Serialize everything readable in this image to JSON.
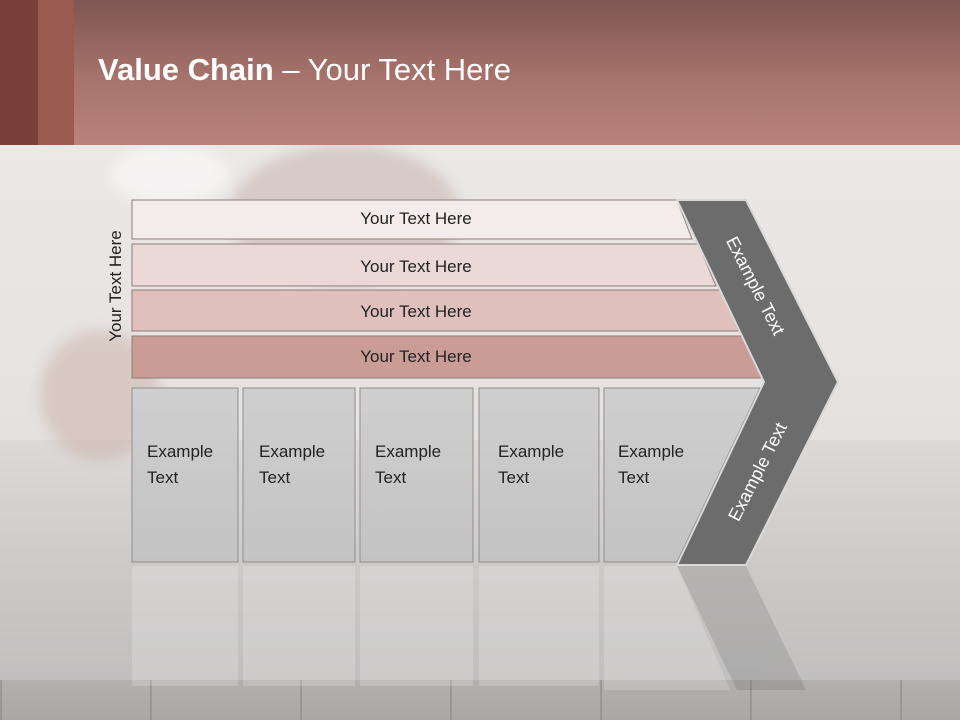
{
  "slide": {
    "title_bold": "Value Chain",
    "title_rest": " – Your Text Here",
    "side_label": "Your Text Here",
    "bars": [
      {
        "label": "Your Text Here",
        "fill": "#f3eceb"
      },
      {
        "label": "Your Text Here",
        "fill": "#ead9d7"
      },
      {
        "label": "Your Text Here",
        "fill": "#dfc0bc"
      },
      {
        "label": "Your Text Here",
        "fill": "#c99c95"
      }
    ],
    "boxes": [
      {
        "line1": "Example",
        "line2": "Text"
      },
      {
        "line1": "Example",
        "line2": "Text"
      },
      {
        "line1": "Example",
        "line2": "Text"
      },
      {
        "line1": "Example",
        "line2": "Text"
      },
      {
        "line1": "Example",
        "line2": "Text"
      }
    ],
    "chevron_upper": "Example Text",
    "chevron_lower": "Example Text"
  },
  "colors": {
    "header_top": "#7f5752",
    "header_bottom": "#b9837b",
    "box_fill": "#c9c9c9",
    "chevron_fill": "#6c6c6c"
  }
}
